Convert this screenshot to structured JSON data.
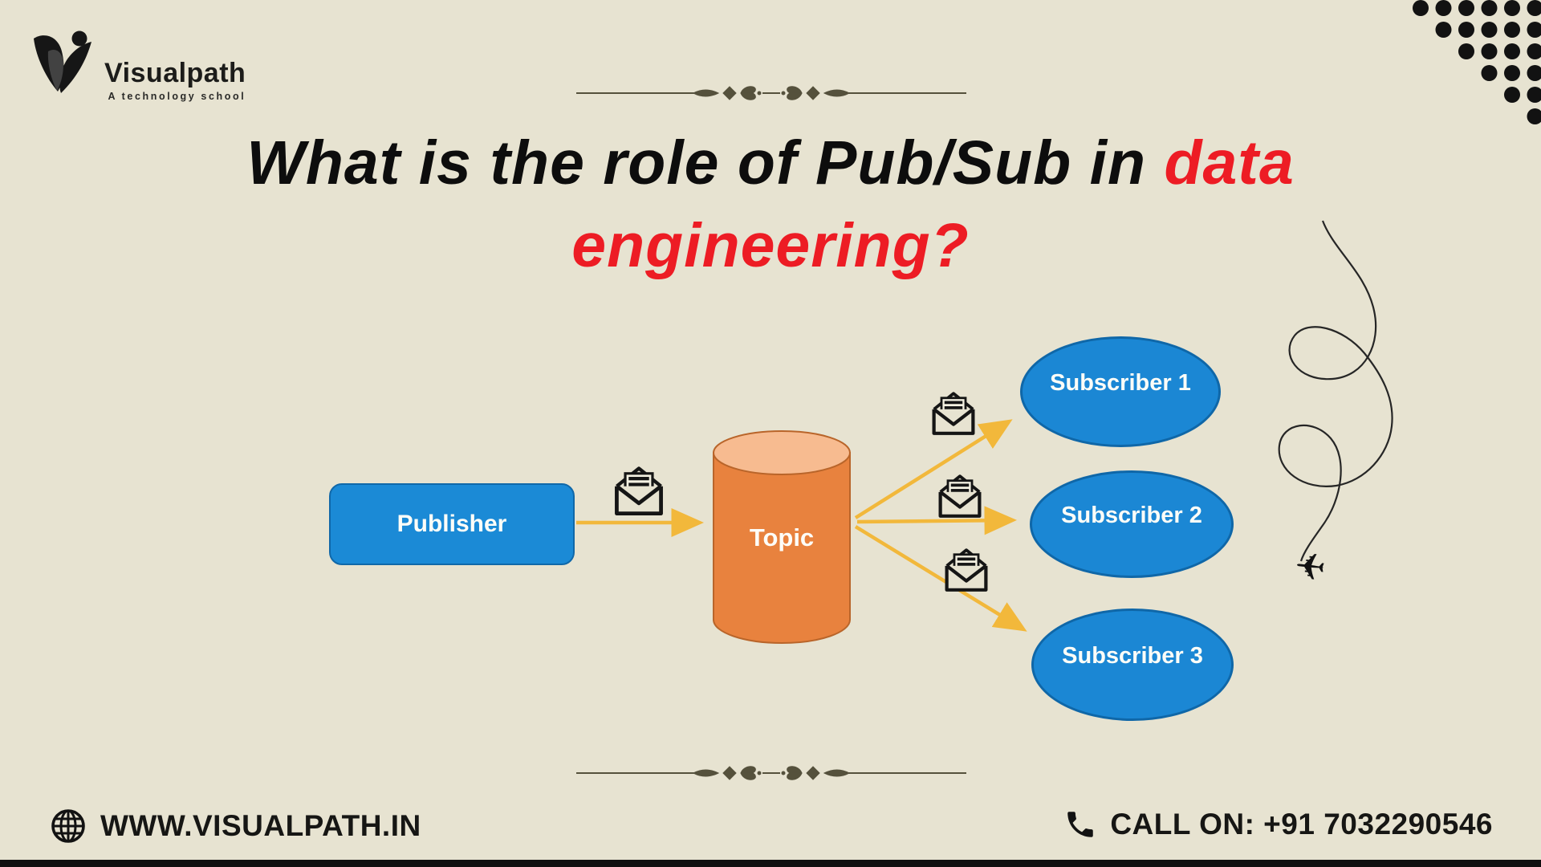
{
  "logo": {
    "name": "Visualpath",
    "tagline": "A technology school"
  },
  "title": {
    "line1_black": "What is the role of Pub/Sub in ",
    "line1_red": "data",
    "line2_red": "engineering?",
    "accent_color": "#ed1c24",
    "text_color": "#0d0d0d"
  },
  "diagram": {
    "publisher": {
      "label": "Publisher"
    },
    "topic": {
      "label": "Topic"
    },
    "subscribers": [
      {
        "label": "Subscriber 1"
      },
      {
        "label": "Subscriber 2"
      },
      {
        "label": "Subscriber 3"
      }
    ],
    "colors": {
      "node_blue": "#1b87d4",
      "node_border_blue": "#0f67a8",
      "cylinder_body": "#e8823e",
      "cylinder_top": "#f7bb90",
      "arrow_gold": "#f2b83b"
    }
  },
  "footer": {
    "website": "WWW.VISUALPATH.IN",
    "call": "CALL ON: +91 7032290546"
  },
  "page": {
    "background": "#e7e3d1",
    "divider_color": "#55513c"
  }
}
